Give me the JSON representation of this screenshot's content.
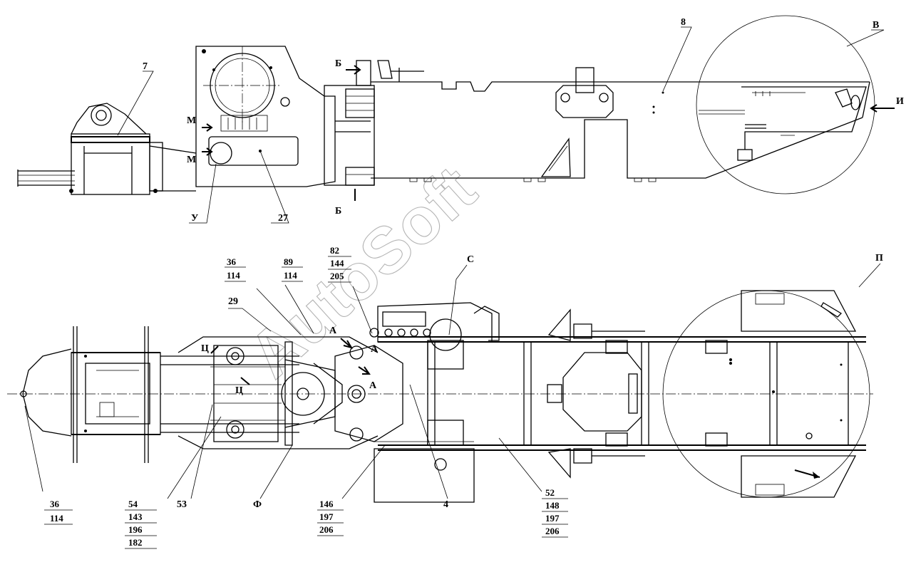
{
  "watermark": "AutoSoft",
  "top_view": {
    "callouts": [
      "7",
      "8",
      "В",
      "27",
      "У"
    ],
    "section_marks": [
      "Б",
      "Б",
      "М",
      "М",
      "И"
    ]
  },
  "plan_view": {
    "callouts_single": [
      "29",
      "С",
      "П",
      "4",
      "53",
      "Ф"
    ],
    "callouts_stacked": [
      {
        "id": "c36a",
        "lines": [
          "36",
          "114"
        ]
      },
      {
        "id": "c89",
        "lines": [
          "89",
          "114"
        ]
      },
      {
        "id": "c82",
        "lines": [
          "82",
          "144",
          "205"
        ]
      },
      {
        "id": "c36b",
        "lines": [
          "36",
          "114"
        ]
      },
      {
        "id": "c54",
        "lines": [
          "54",
          "143",
          "196",
          "182"
        ]
      },
      {
        "id": "c146",
        "lines": [
          "146",
          "197",
          "206"
        ]
      },
      {
        "id": "c52",
        "lines": [
          "52",
          "148",
          "197",
          "206"
        ]
      }
    ],
    "section_marks": [
      "А",
      "А",
      "А",
      "Ц",
      "Ц"
    ]
  }
}
